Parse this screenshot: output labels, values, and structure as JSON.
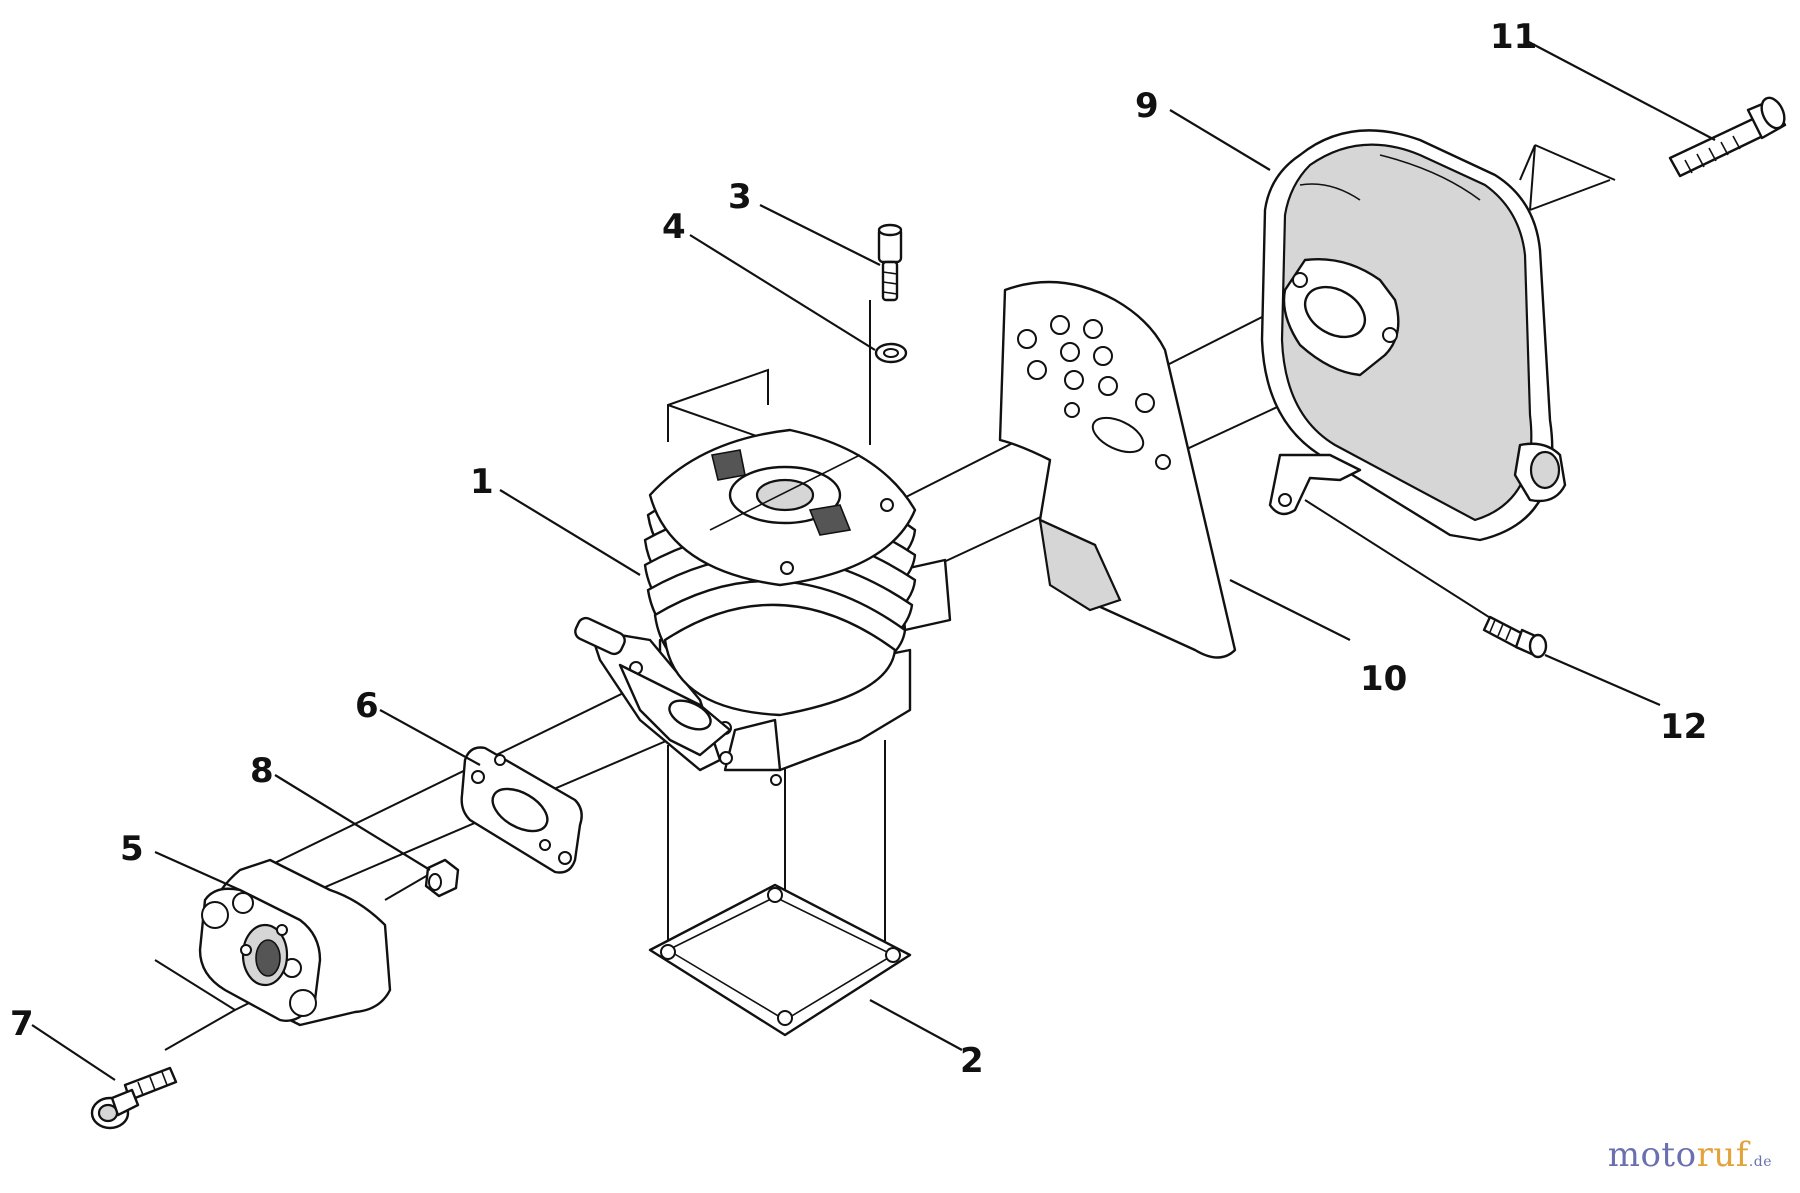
{
  "callouts": [
    "1",
    "2",
    "3",
    "4",
    "5",
    "6",
    "7",
    "8",
    "9",
    "10",
    "11",
    "12"
  ],
  "watermark": {
    "part1": "moto",
    "part2": "ruf",
    "suffix": ".de"
  },
  "colors": {
    "line": "#111111",
    "shade": "#d6d6d6",
    "watermark_blue": "#6a6fb0",
    "watermark_orange": "#e3a23a"
  }
}
